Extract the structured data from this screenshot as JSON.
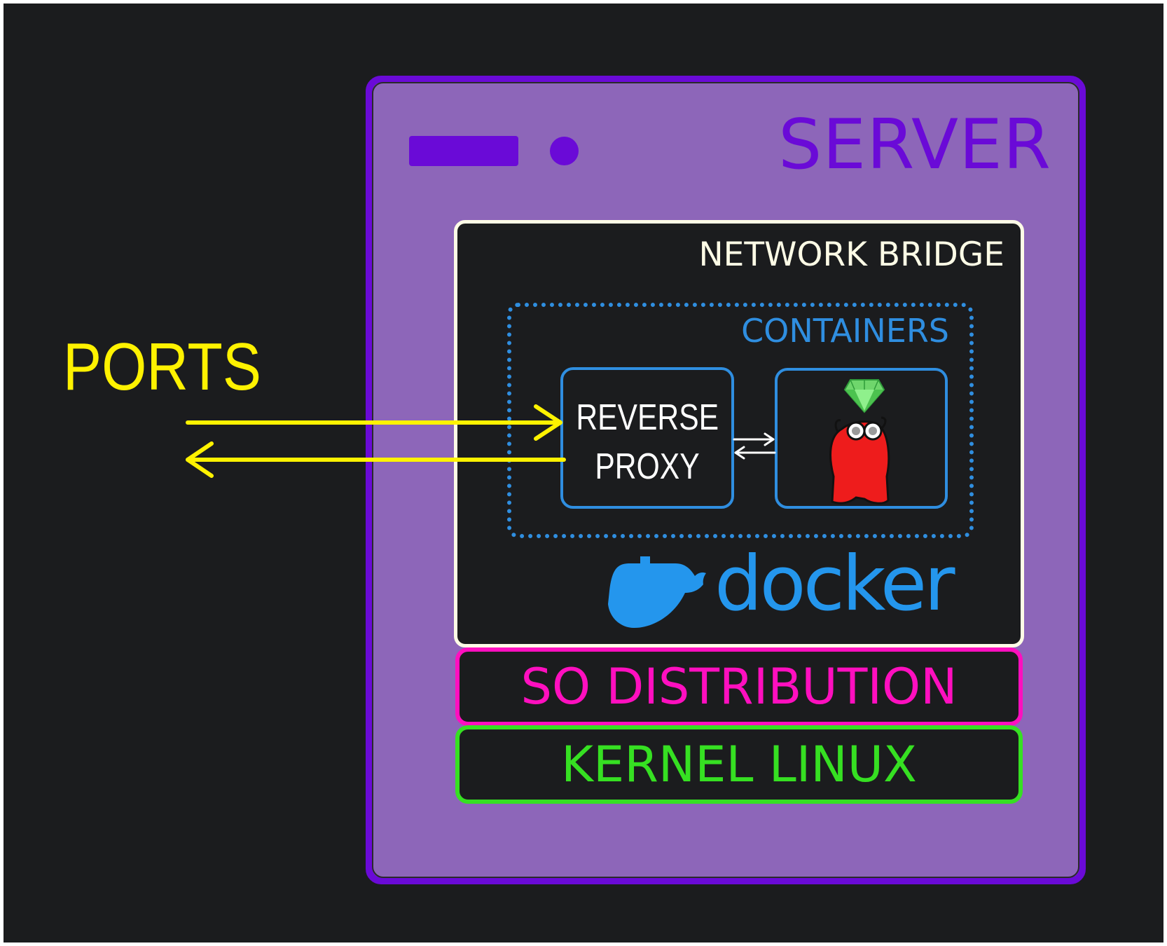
{
  "server": {
    "title": "SERVER"
  },
  "network_bridge": {
    "title": "NETWORK BRIDGE"
  },
  "containers": {
    "title": "CONTAINERS",
    "reverse_proxy": {
      "line1": "REVERSE",
      "line2": "PROXY"
    },
    "app_icon": "ruby-gem-and-red-mascot-icon"
  },
  "docker": {
    "wordmark": "docker",
    "icon": "docker-whale-icon"
  },
  "ports": {
    "label": "PORTS"
  },
  "layers": {
    "distribution": "SO DISTRIBUTION",
    "kernel": "KERNEL LINUX"
  },
  "colors": {
    "background": "#1b1c1e",
    "server_fill": "#8d66b9",
    "server_accent": "#6a0ad7",
    "bridge_border": "#fdfbe6",
    "containers": "#2f8ee0",
    "ports": "#fff200",
    "distribution": "#ff0fbf",
    "kernel": "#36e022",
    "docker": "#2496ed"
  }
}
